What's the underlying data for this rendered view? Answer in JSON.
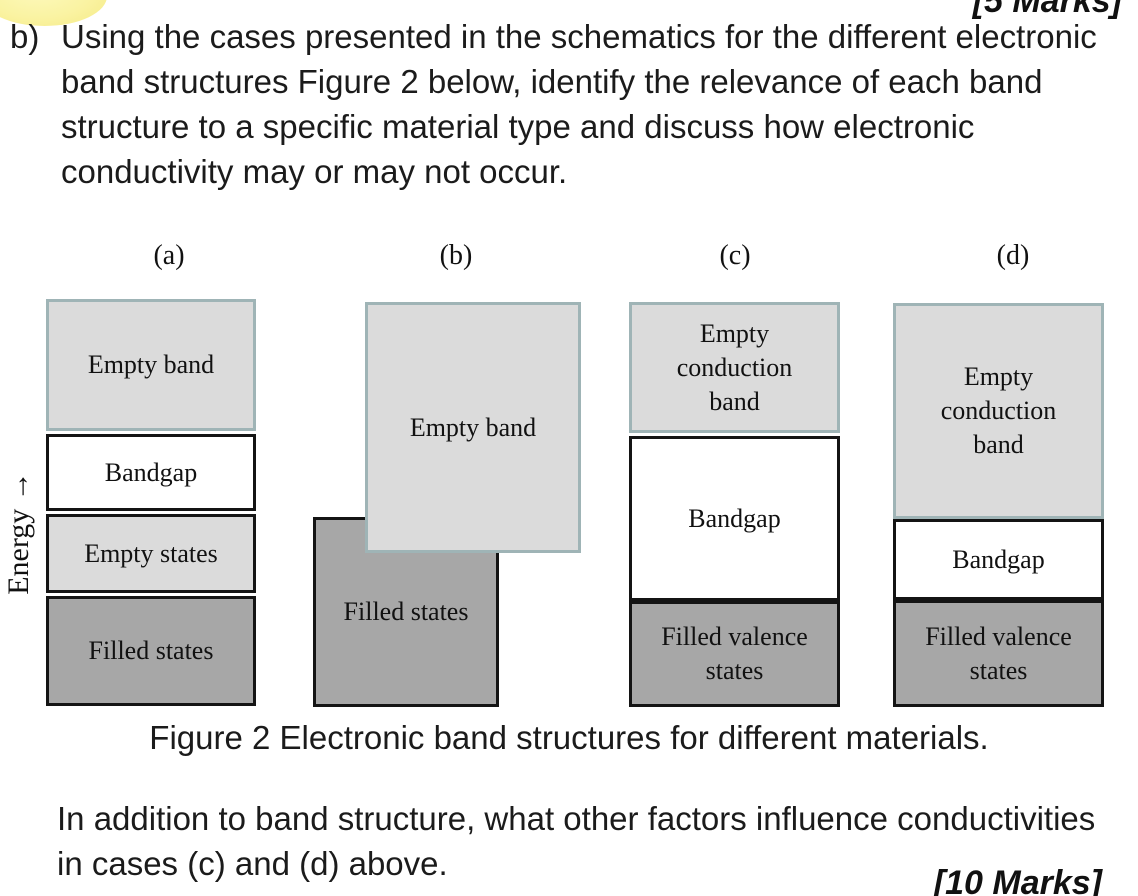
{
  "marks": {
    "top": "[5 Marks]",
    "bottom": "[10 Marks]"
  },
  "question": {
    "marker": "b)",
    "lines": [
      "Using the cases presented in the schematics for the different electronic",
      "band structures Figure 2 below, identify the relevance of each band",
      "structure to a specific material type and discuss how electronic",
      "conductivity may or may not occur."
    ]
  },
  "figure": {
    "energy_axis_label": "Energy →",
    "column_labels": [
      "(a)",
      "(b)",
      "(c)",
      "(d)"
    ],
    "caption": "Figure 2 Electronic band structures for different materials.",
    "diagram_a": {
      "empty_band": "Empty band",
      "bandgap": "Bandgap",
      "empty_states": "Empty states",
      "filled_states": "Filled states"
    },
    "diagram_b": {
      "empty_band": "Empty band",
      "filled_states": "Filled states"
    },
    "diagram_c": {
      "empty_conduction_band": "Empty\nconduction\nband",
      "bandgap": "Bandgap",
      "filled_valence_states": "Filled valence\nstates"
    },
    "diagram_d": {
      "empty_conduction_band": "Empty\nconduction\nband",
      "bandgap": "Bandgap",
      "filled_valence_states": "Filled valence\nstates"
    },
    "colors": {
      "empty_band_fill": "#dbdbdb",
      "empty_band_border": "#9fb4b6",
      "bandgap_fill": "#ffffff",
      "filled_fill": "#a7a7a7",
      "black_border": "#141414"
    }
  },
  "followup": {
    "lines": [
      "In addition to band structure, what other factors influence conductivities",
      "in cases (c) and (d) above."
    ]
  },
  "highlight": {
    "color": "#faf3a2"
  }
}
